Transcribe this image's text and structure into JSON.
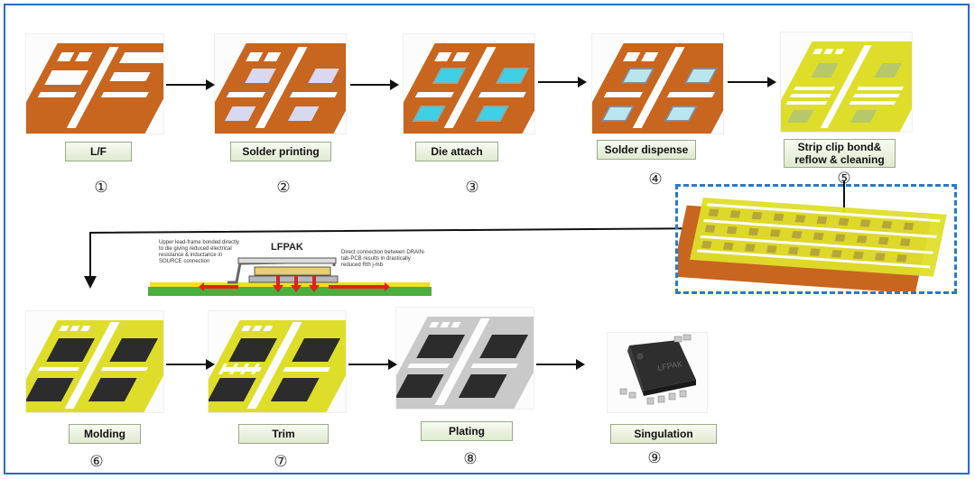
{
  "steps": [
    {
      "label": "L/F",
      "num": "①"
    },
    {
      "label": "Solder printing",
      "num": "②"
    },
    {
      "label": "Die attach",
      "num": "③"
    },
    {
      "label": "Solder dispense",
      "num": "④"
    },
    {
      "label": "Strip clip bond& reflow & cleaning",
      "num": "⑤"
    },
    {
      "label": "Molding",
      "num": "⑥"
    },
    {
      "label": "Trim",
      "num": "⑦"
    },
    {
      "label": "Plating",
      "num": "⑧"
    },
    {
      "label": "Singulation",
      "num": "⑨"
    }
  ],
  "cross_section": {
    "title": "LFPAK",
    "note_left": "Upper lead-frame bonded directly to die giving reduced electrical resistance & inductance in SOURCE connection",
    "note_right": "Direct connection between DRAIN-tab-PCB results in drastically reduced Rth j-mb"
  },
  "package_marking": "LFPAK",
  "colors": {
    "frame_border": "#2a6cc4",
    "leadframe_copper": "#c8651e",
    "clip_yellow": "#dede2a",
    "die_cyan": "#3fd0e6",
    "solder_lavender": "#d8d8f0",
    "mold_black": "#2c2c2c",
    "plated_gray": "#c9c9c9",
    "pcb_green": "#4cae3c",
    "heat_arrow_red": "#e02020",
    "dashed_box": "#2a7ac8"
  }
}
